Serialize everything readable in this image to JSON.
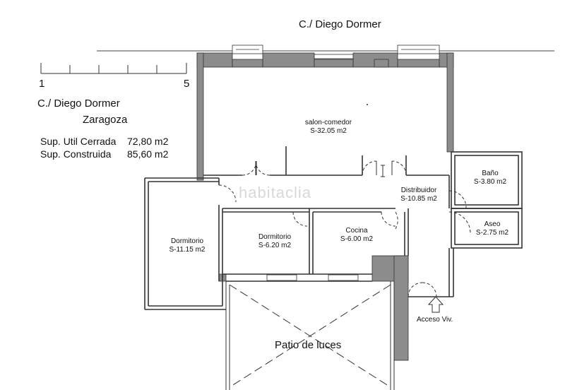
{
  "street_top": "C./ Diego Dormer",
  "scale": {
    "start_label": "1",
    "end_label": "5"
  },
  "info": {
    "street": "C./ Diego Dormer",
    "city": "Zaragoza",
    "util_label": "Sup. Util Cerrada",
    "util_value": "72,80 m2",
    "built_label": "Sup. Construida",
    "built_value": "85,60 m2"
  },
  "rooms": {
    "salon": {
      "name": "salon-comedor",
      "area": "S-32.05 m2"
    },
    "bano": {
      "name": "Baño",
      "area": "S-3.80 m2"
    },
    "distribuidor": {
      "name": "Distribuidor",
      "area": "S-10.85 m2"
    },
    "aseo": {
      "name": "Aseo",
      "area": "S-2.75 m2"
    },
    "dormitorio1": {
      "name": "Dormitorio",
      "area": "S-11.15 m2"
    },
    "dormitorio2": {
      "name": "Dormitorio",
      "area": "S-6.20 m2"
    },
    "cocina": {
      "name": "Cocina",
      "area": "S-6.00 m2"
    }
  },
  "acceso": "Acceso Viv.",
  "patio": "Patio de luces",
  "watermark": "habitaclia"
}
